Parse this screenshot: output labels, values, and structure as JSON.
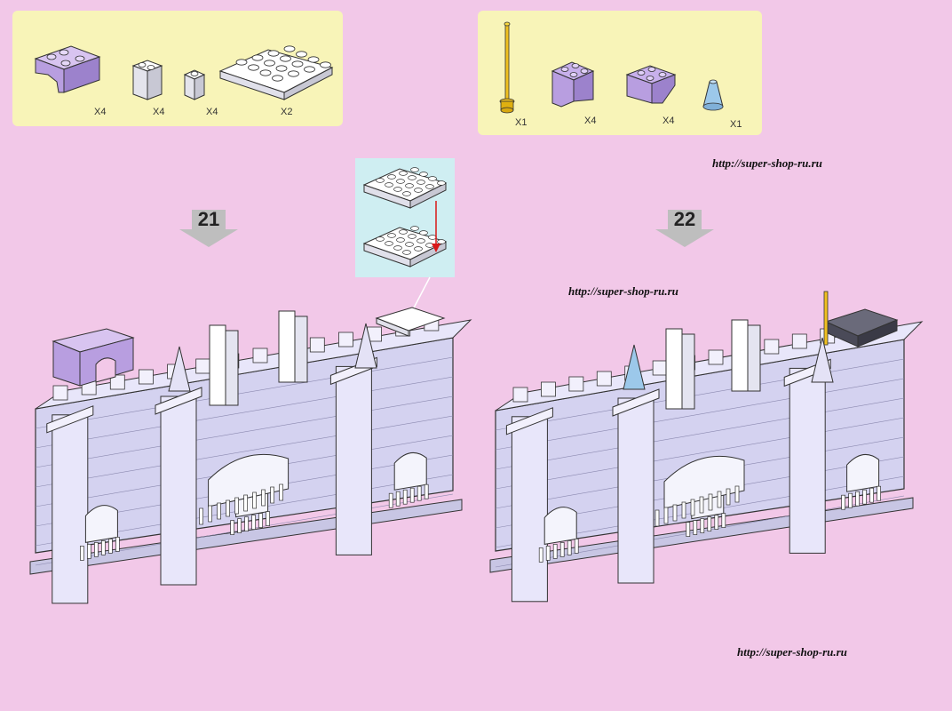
{
  "parts_left": {
    "items": [
      {
        "icon": "purple-arch-brick-icon",
        "qty": "X4"
      },
      {
        "icon": "white-1x2-brick-icon",
        "qty": "X4"
      },
      {
        "icon": "white-1x1-brick-icon",
        "qty": "X4"
      },
      {
        "icon": "white-4x4-plate-icon",
        "qty": "X2"
      }
    ]
  },
  "parts_right": {
    "items": [
      {
        "icon": "yellow-antenna-icon",
        "qty": "X1"
      },
      {
        "icon": "purple-slope-brick-icon",
        "qty": "X4"
      },
      {
        "icon": "purple-inverted-slope-icon",
        "qty": "X4"
      },
      {
        "icon": "blue-cone-icon",
        "qty": "X1"
      }
    ]
  },
  "steps": [
    {
      "number": "21"
    },
    {
      "number": "22"
    }
  ],
  "watermarks": {
    "top_right": "http://super-shop-ru.ru",
    "middle": "http://super-shop-ru.ru",
    "bottom": "http://super-shop-ru.ru"
  },
  "colors": {
    "background": "#f2c8e8",
    "parts_box": "#f8f4b8",
    "castle_wall": "#d4d2f0",
    "castle_light": "#e8e6fa",
    "purple_brick": "#b89ee0",
    "inset_bg": "#cfeef2",
    "arrow_red": "#d81818"
  }
}
